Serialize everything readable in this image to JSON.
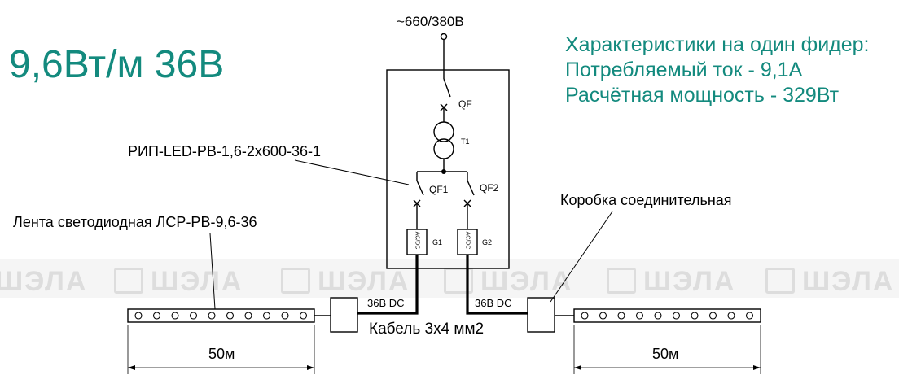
{
  "title": "9,6Вт/м 36В",
  "specs": {
    "heading": "Характеристики на один фидер:",
    "current": "Потребляемый ток - 9,1А",
    "power": "Расчётная мощность - 329Вт"
  },
  "supply_label": "~660/380В",
  "device_label": "РИП-LED-РВ-1,6-2х600-36-1",
  "tape_label": "Лента светодиодная ЛСР-РВ-9,6-36",
  "box_label": "Коробка соединительная",
  "cable_label": "Кабель 3х4 мм2",
  "dc_label_left": "36В DC",
  "dc_label_right": "36В DC",
  "length_left": "50м",
  "length_right": "50м",
  "components": {
    "qf": "QF",
    "t1": "T1",
    "qf1": "QF1",
    "qf2": "QF2",
    "g1": "G1",
    "g2": "G2",
    "acdc1": "AC/DC",
    "acdc2": "AC/DC"
  },
  "watermark_text": "ШЭЛА",
  "colors": {
    "accent": "#138a7e",
    "line": "#000000"
  }
}
